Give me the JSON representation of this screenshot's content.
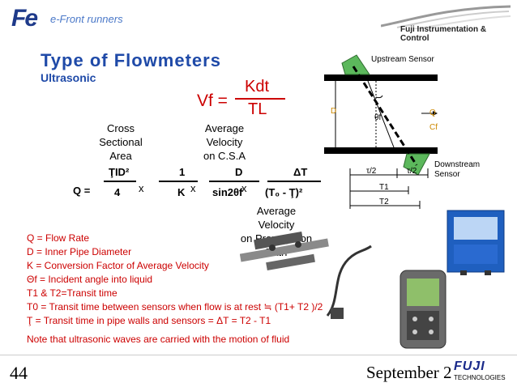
{
  "header": {
    "logo_text": "Fe",
    "tagline": "e-Front runners",
    "company": "Fuji Instrumentation & Control"
  },
  "slide": {
    "title": "Type of Flowmeters",
    "subtitle": "Ultrasonic"
  },
  "formula": {
    "vf_label": "Vf =",
    "vf_numerator": "Kdt",
    "vf_denominator": "TL",
    "q_label": "Q =",
    "term1_num": "ŢID²",
    "term1_den": "4",
    "x1": "x",
    "term2_num": "1",
    "term2_den": "K",
    "x2": "x",
    "term3_num": "D",
    "term3_den": "sin2θf",
    "x3": "x",
    "term4_num": "ΔT",
    "term4_den": "(T₀ - Ţ)²",
    "caption_area": [
      "Cross",
      "Sectional",
      "Area"
    ],
    "caption_velocity": [
      "Average",
      "Velocity",
      "on C.S.A"
    ],
    "caption_path": [
      "Average",
      "Velocity",
      "on Propagation",
      "Path"
    ]
  },
  "diagram": {
    "upstream": "Upstream Sensor",
    "downstream_1": "Downstream",
    "downstream_2": "Sensor",
    "d": "D",
    "theta": "θf",
    "q": "Q",
    "cf": "Cf",
    "tau1": "τ/2",
    "tau2": "τ/2",
    "t1": "T1",
    "t2": "T2"
  },
  "notes": [
    "Q = Flow Rate",
    "D = Inner Pipe Diameter",
    "K = Conversion Factor of Average Velocity",
    "Θf = Incident angle into liquid",
    "T1 & T2=Transit time",
    "T0 = Transit time between sensors when flow is at rest ≒ (T1+ T2 )/2",
    "Ţ = Transit time in pipe walls and sensors = ΔT = T2  -  T1"
  ],
  "note_final": "Note that ultrasonic waves are carried with the motion of fluid",
  "footer": {
    "page_number": "44",
    "date": "September 2",
    "brand": "FUJI",
    "brand_sub": "TECHNOLOGIES"
  },
  "colors": {
    "title_blue": "#1f4aa8",
    "note_red": "#cc0000",
    "logo_navy": "#1e3a8a"
  }
}
